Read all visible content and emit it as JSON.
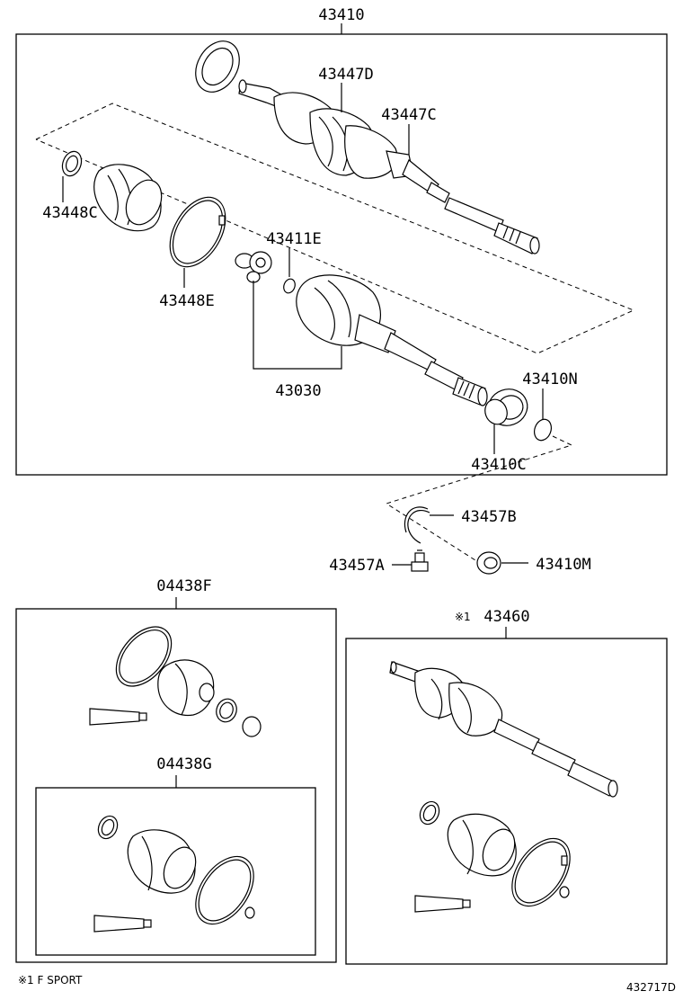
{
  "labels": {
    "assembly": "43410",
    "cv_joint_outer": "43447D",
    "boot_clamp_outer": "43447C",
    "clamp_small": "43448C",
    "clamp_large": "43448E",
    "tripod_snap": "43411E",
    "inboard_joint": "43030",
    "dust_seal": "43410N",
    "bearing": "43410C",
    "snap_ring": "43457B",
    "bolt": "43457A",
    "seal": "43410M",
    "boot_kit_f": "04438F",
    "boot_kit_g": "04438G",
    "alt_assembly_mark": "※1",
    "alt_assembly": "43460"
  },
  "footer": {
    "note": "※1 F SPORT",
    "diagram_id": "432717D"
  }
}
